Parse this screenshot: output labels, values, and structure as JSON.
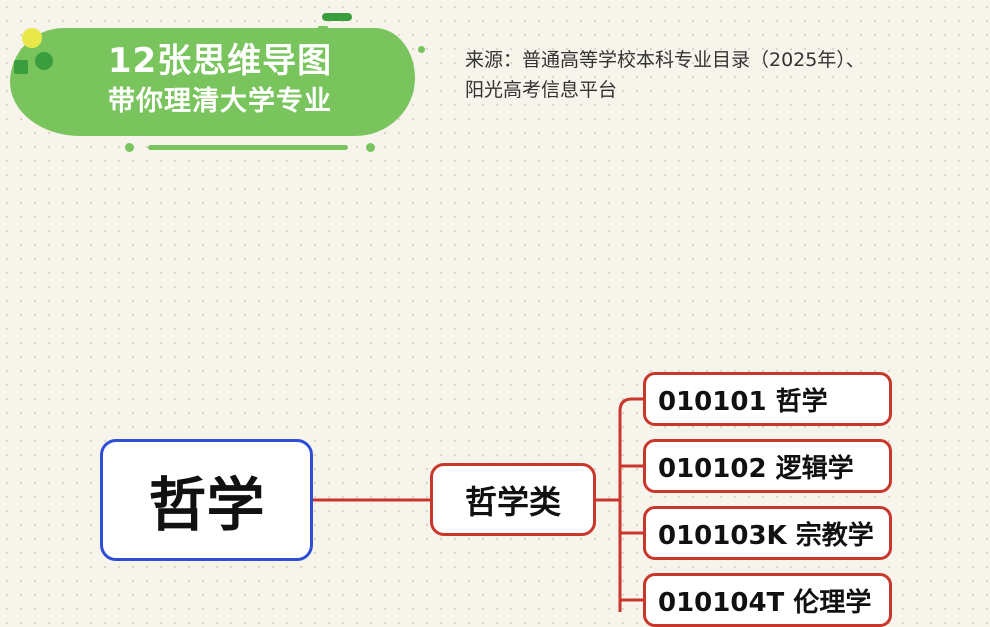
{
  "banner": {
    "title": "12张思维导图",
    "subtitle": "带你理清大学专业"
  },
  "source": {
    "line1": "来源：普通高等学校本科专业目录（2025年）、",
    "line2": "阳光高考信息平台"
  },
  "mindmap": {
    "root": "哲学",
    "category": "哲学类",
    "majors": [
      {
        "label": "010101 哲学"
      },
      {
        "label": "010102 逻辑学"
      },
      {
        "label": "010103K 宗教学"
      },
      {
        "label": "010104T 伦理学"
      }
    ]
  },
  "colors": {
    "banner_green": "#7ac45e",
    "accent_dark_green": "#3a9e3e",
    "accent_yellow": "#e9e84a",
    "root_border_blue": "#2f4ed6",
    "branch_red": "#c9372c",
    "background": "#f7f4ec"
  }
}
